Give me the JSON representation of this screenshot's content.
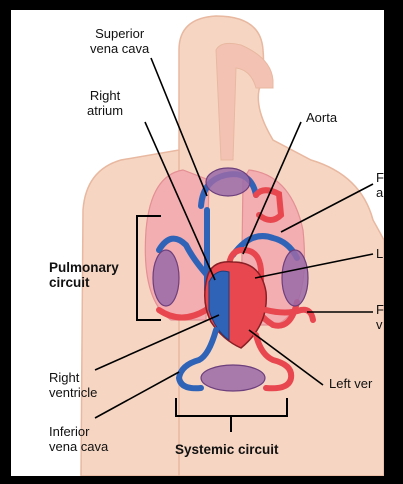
{
  "labels": {
    "superior_vena_cava": [
      "Superior",
      "vena cava"
    ],
    "right_atrium": [
      "Right",
      "atrium"
    ],
    "aorta": "Aorta",
    "pulmonary_artery_partial": [
      "F",
      "a"
    ],
    "left_atrium_partial": "L",
    "pulmonary_vein_partial": [
      "F",
      "v"
    ],
    "pulmonary_circuit": [
      "Pulmonary",
      "circuit"
    ],
    "right_ventricle": [
      "Right",
      "ventricle"
    ],
    "left_ventricle_partial": "Left ver",
    "inferior_vena_cava": [
      "Inferior",
      "vena cava"
    ],
    "systemic_circuit": "Systemic circuit"
  },
  "colors": {
    "background": "#000000",
    "panel": "#ffffff",
    "body_silhouette": "#f6d6c3",
    "body_outline": "#e8b8a0",
    "lung": "#f2aeb0",
    "oxygenated": "#e8474f",
    "deoxygenated": "#2f63b8",
    "capillary": "#9a6aa8",
    "leader_line": "#000000"
  }
}
